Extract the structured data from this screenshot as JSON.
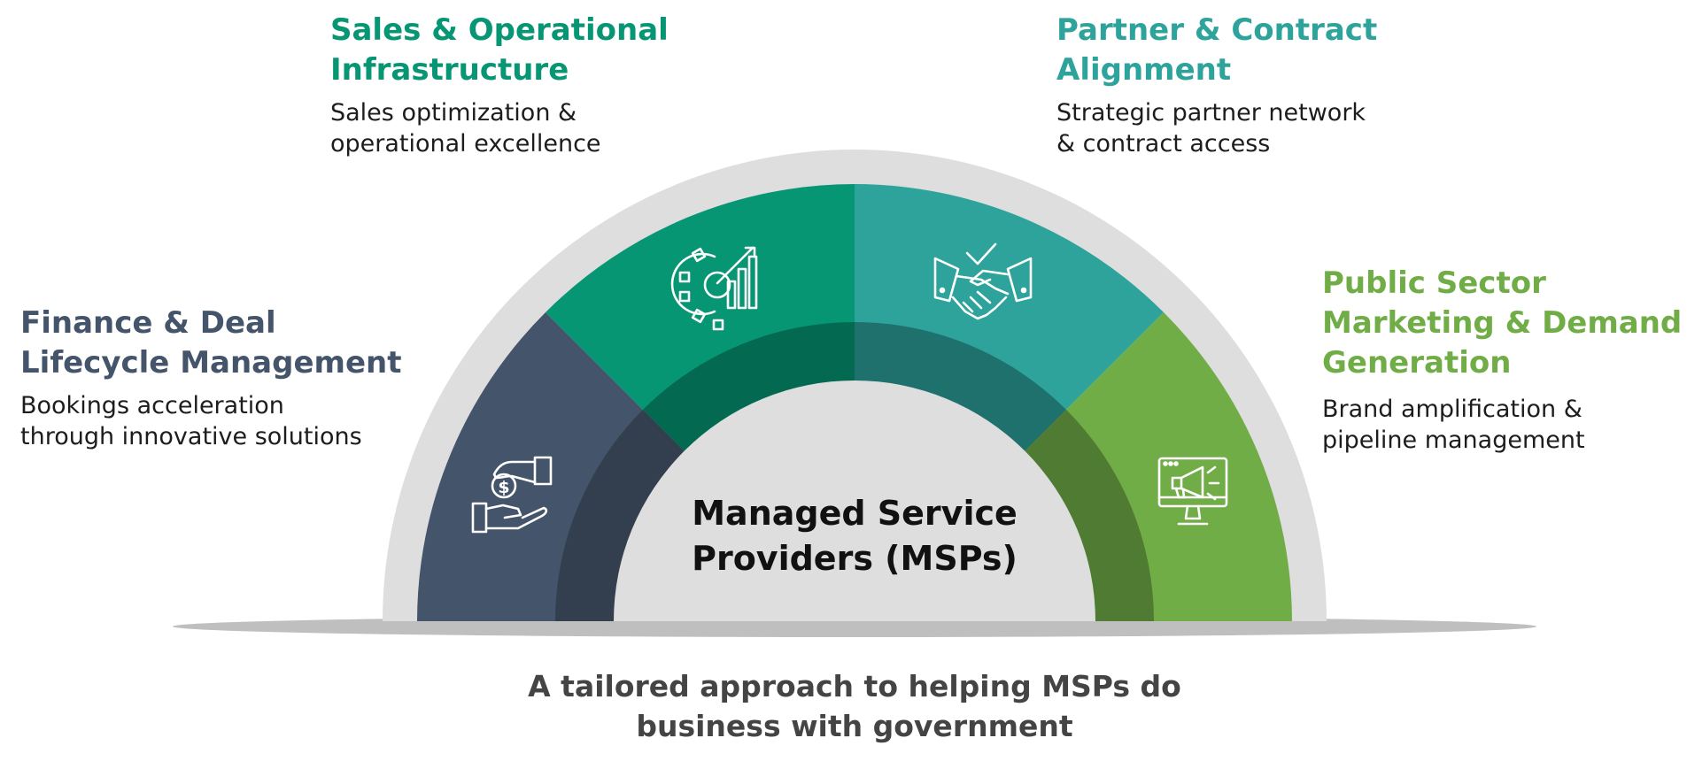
{
  "segments": [
    {
      "id": "finance",
      "title_line1": "Finance & Deal",
      "title_line2": "Lifecycle Management",
      "desc_line1": "Bookings acceleration",
      "desc_line2": "through innovative solutions",
      "color": "#44546a",
      "inner_color": "#333e4e",
      "icon": "money-exchange-hands-icon"
    },
    {
      "id": "sales",
      "title_line1": "Sales & Operational",
      "title_line2": "Infrastructure",
      "desc_line1": "Sales optimization &",
      "desc_line2": "operational excellence",
      "color": "#079673",
      "inner_color": "#036a51",
      "icon": "gear-growth-chart-icon"
    },
    {
      "id": "partner",
      "title_line1": "Partner & Contract",
      "title_line2": "Alignment",
      "desc_line1": "Strategic partner network",
      "desc_line2": "& contract access",
      "color": "#2ea39b",
      "inner_color": "#1f716d",
      "icon": "handshake-check-icon"
    },
    {
      "id": "public",
      "title_line1": "Public Sector",
      "title_line2": "Marketing & Demand",
      "title_line3": "Generation",
      "desc_line1": "Brand amplification &",
      "desc_line2": "pipeline management",
      "color": "#71ad47",
      "inner_color": "#4f7b32",
      "icon": "monitor-megaphone-icon"
    }
  ],
  "center": {
    "line1": "Managed Service",
    "line2": "Providers (MSPs)"
  },
  "tagline": {
    "line1": "A tailored approach to helping MSPs do",
    "line2": "business with government"
  },
  "colors": {
    "outer_ring": "#dedede",
    "center_fill": "#dedede",
    "base_shadow": "#bfbfbf"
  }
}
